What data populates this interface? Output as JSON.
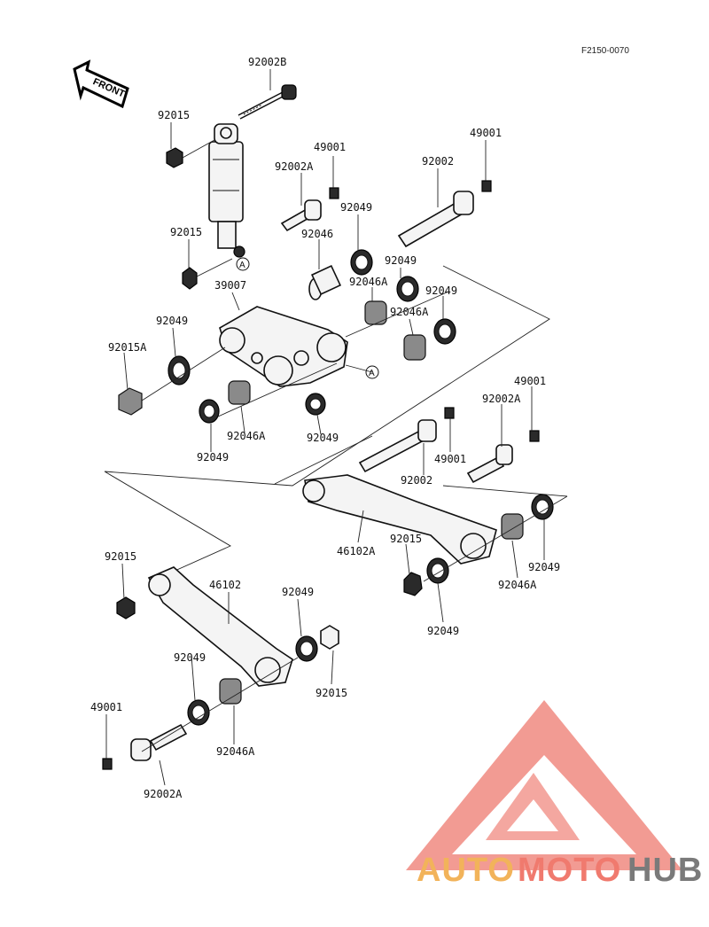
{
  "diagram": {
    "ref_code": "F2150-0070",
    "front_label": "FRONT",
    "marker": "A",
    "labels": {
      "p92002B": "92002B",
      "p92015_top": "92015",
      "p49001_a": "49001",
      "p92002A_a": "92002A",
      "p92002_a": "92002",
      "p49001_b": "49001",
      "p92015_b": "92015",
      "p92049_a": "92049",
      "p92046": "92046",
      "p92049_b": "92049",
      "p92046A_a": "92046A",
      "p92049_c": "92049",
      "p39007": "39007",
      "p92046A_b": "92046A",
      "p92049_d": "92049",
      "p92015A": "92015A",
      "p92046A_c": "92046A",
      "p92049_e": "92049",
      "p92049_f": "92049",
      "p49001_c": "49001",
      "p92002A_b": "92002A",
      "p49001_d": "49001",
      "p92002_b": "92002",
      "p46102A": "46102A",
      "p92015_c": "92015",
      "p92049_g": "92049",
      "p92046A_d": "92046A",
      "p92049_h": "92049",
      "p92015_d": "92015",
      "p46102": "46102",
      "p92049_i": "92049",
      "p92049_j": "92049",
      "p92015_e": "92015",
      "p49001_e": "49001",
      "p92046A_e": "92046A",
      "p92002A_c": "92002A"
    }
  },
  "watermark": {
    "part1": "AUTO",
    "part2": "MOTO",
    "part3": "HUB",
    "triangle_color": "#f08a80",
    "auto_color": "#f2b35a",
    "moto_color": "#f07a6e",
    "hub_color": "#7a7a7a"
  }
}
